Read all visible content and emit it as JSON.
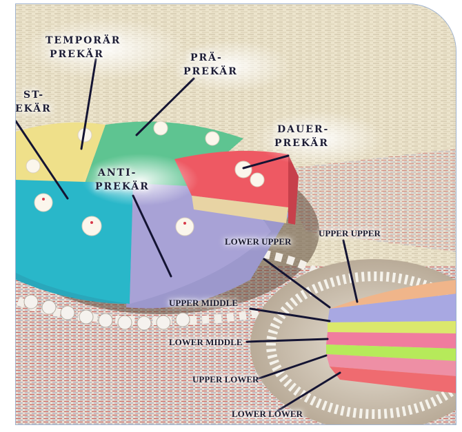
{
  "figure": {
    "cake_labels": [
      {
        "lines": [
          "TEMPORÄR",
          "PREKÄR"
        ]
      },
      {
        "lines": [
          "PRÄ-",
          "PREKÄR"
        ]
      },
      {
        "lines": [
          "ST-",
          "EKÄR"
        ]
      },
      {
        "lines": [
          "DAUER-",
          "PREKÄR"
        ]
      },
      {
        "lines": [
          "ANTI-",
          "PREKÄR"
        ]
      }
    ],
    "layer_labels": [
      "LOWER UPPER",
      "UPPER UPPER",
      "UPPER MIDDLE",
      "LOWER MIDDLE",
      "UPPER LOWER",
      "LOWER LOWER"
    ]
  },
  "colors": {
    "tablecloth": "#ece4cc",
    "cake_turquoise": "#29b7c9",
    "cake_yellow": "#efe08a",
    "cake_green": "#5ec491",
    "cake_red": "#ee5963",
    "cake_lilac": "#a8a2d6",
    "sponge": "#e8d4a4",
    "slice_pink": "#f07c9e",
    "slice_lime": "#b6ea5a",
    "slice_blue": "#a8a8e2",
    "pointer": "#141433"
  }
}
